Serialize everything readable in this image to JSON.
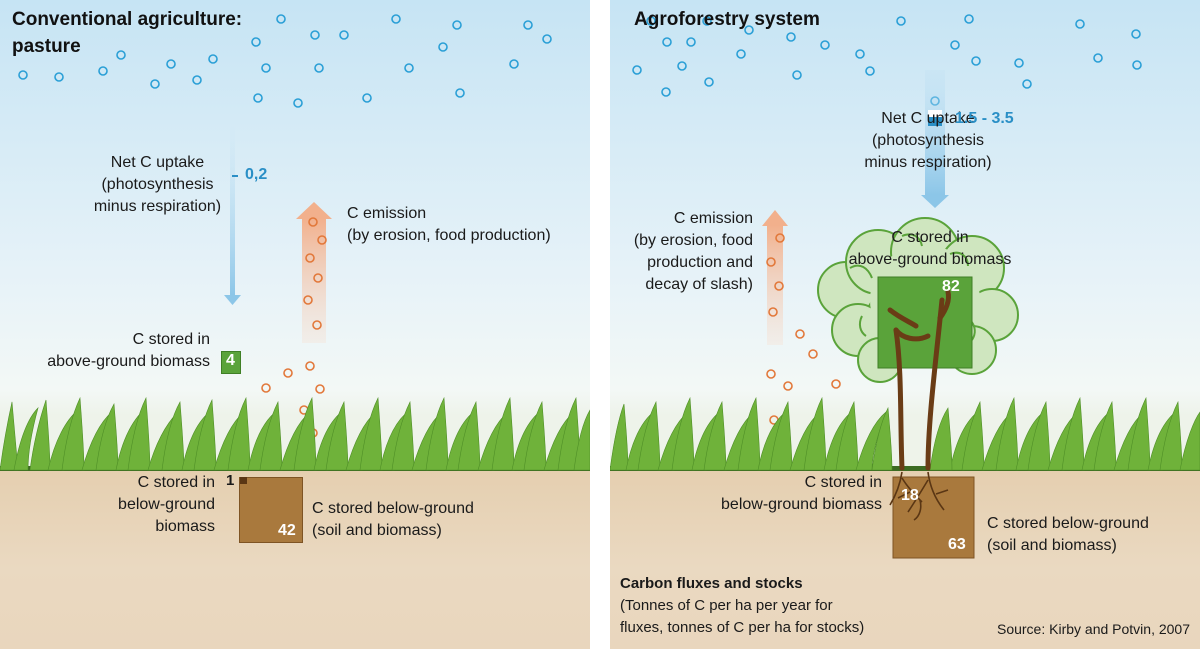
{
  "left": {
    "title": "Conventional agriculture:\npasture",
    "uptake_label": "Net C uptake\n(photosynthesis\nminus respiration)",
    "uptake_value": "0,2",
    "emission_label": "C emission\n(by erosion, food production)",
    "above_label": "C stored in\nabove-ground biomass",
    "above_value": "4",
    "below_label": "C stored in\nbelow-ground\nbiomass",
    "below_biomass_value": "1",
    "soil_value": "42",
    "soil_label": "C stored below-ground\n(soil and biomass)"
  },
  "right": {
    "title": "Agroforestry system",
    "uptake_label": "Net C uptake\n(photosynthesis\nminus respiration)",
    "uptake_value": "1.5 - 3.5",
    "emission_label": "C emission\n(by erosion, food\nproduction and\ndecay of slash)",
    "above_label": "C stored in\nabove-ground biomass",
    "above_value": "82",
    "below_label": "C stored in\nbelow-ground biomass",
    "below_biomass_value": "18",
    "soil_value": "63",
    "soil_label": "C stored below-ground\n(soil and biomass)",
    "legend_title": "Carbon fluxes and stocks",
    "legend_text": "(Tonnes of C per ha per year for\nfluxes, tonnes of C per ha for stocks)",
    "source": "Source: Kirby and Potvin, 2007"
  },
  "colors": {
    "sky_top": "#c6e4f4",
    "co2_bubble": "#2a9fd6",
    "emission_bubble": "#e2783a",
    "biomass_green": "#5aa33a",
    "soil_brown": "#a9793d",
    "grass": "#6fb23a"
  }
}
